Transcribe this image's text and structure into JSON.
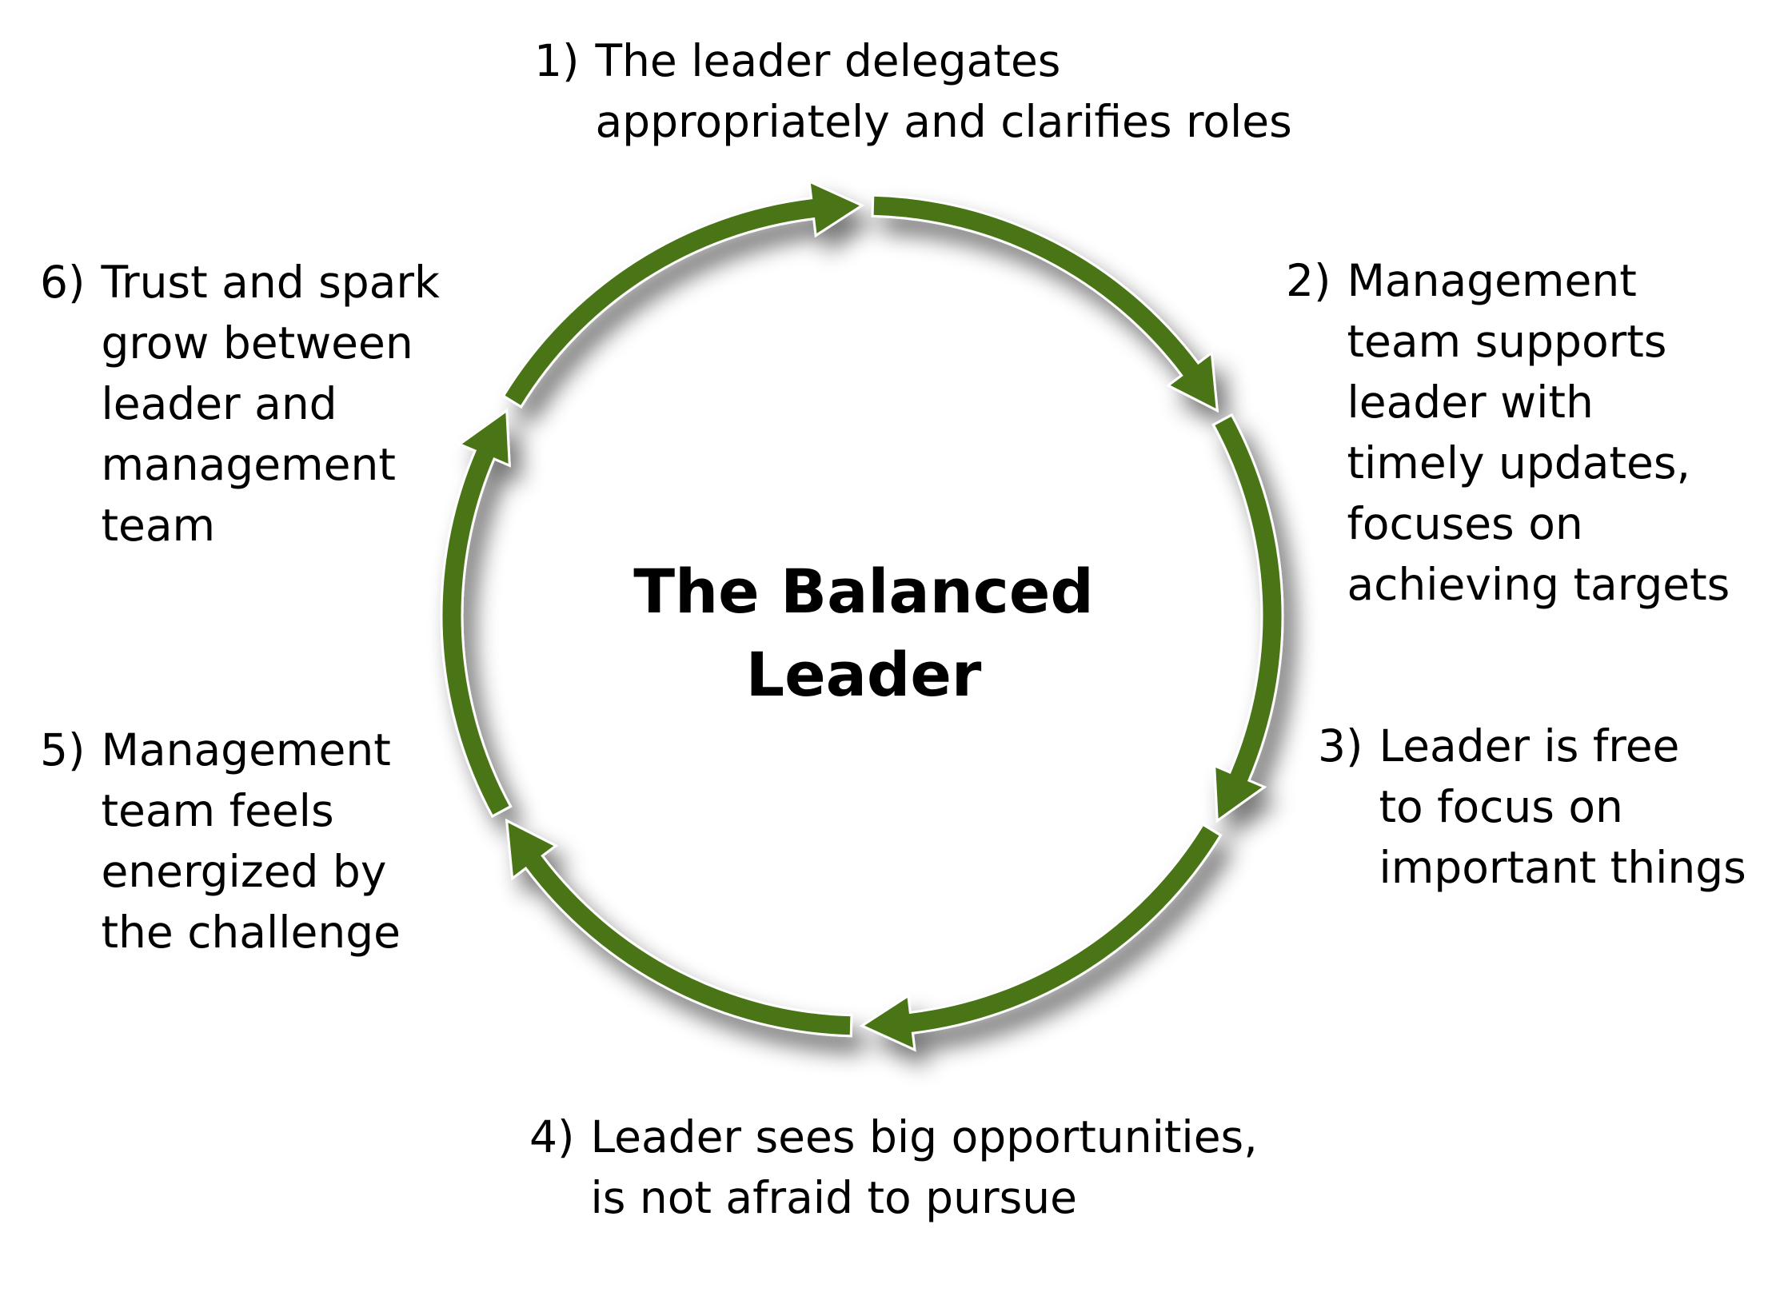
{
  "center_title": [
    "The Balanced",
    "Leader"
  ],
  "colors": {
    "arrow": "#4a7517",
    "text": "#000000",
    "background": "#ffffff"
  },
  "steps": [
    {
      "number": "1)",
      "lines": [
        "The leader delegates",
        "appropriately and clarifies roles"
      ]
    },
    {
      "number": "2)",
      "lines": [
        "Management",
        "team supports",
        "leader with",
        "timely updates,",
        "focuses on",
        "achieving targets"
      ]
    },
    {
      "number": "3)",
      "lines": [
        "Leader is free",
        "to focus on",
        "important things"
      ]
    },
    {
      "number": "4)",
      "lines": [
        "Leader sees big opportunities,",
        "is not afraid to pursue"
      ]
    },
    {
      "number": "5)",
      "lines": [
        "Management",
        "team feels",
        "energized by",
        "the challenge"
      ]
    },
    {
      "number": "6)",
      "lines": [
        "Trust and spark",
        "grow between",
        "leader and",
        "management",
        "team"
      ]
    }
  ]
}
